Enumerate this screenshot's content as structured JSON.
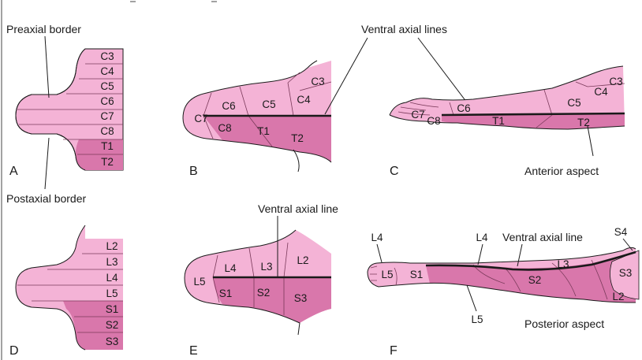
{
  "colors": {
    "light": "#f4b3d6",
    "dark": "#d977ab",
    "stroke": "#1a1a1a"
  },
  "labels": {
    "preaxial_border": "Preaxial border",
    "postaxial_border": "Postaxial border",
    "ventral_axial_lines": "Ventral axial lines",
    "ventral_axial_line_e": "Ventral axial line",
    "ventral_axial_line_f": "Ventral axial line",
    "anterior_aspect": "Anterior aspect",
    "posterior_aspect": "Posterior aspect"
  },
  "panels": [
    "A",
    "B",
    "C",
    "D",
    "E",
    "F"
  ],
  "panel_a": [
    "C3",
    "C4",
    "C5",
    "C6",
    "C7",
    "C8",
    "T1",
    "T2"
  ],
  "panel_b": [
    "C3",
    "C4",
    "C5",
    "C6",
    "C7",
    "C8",
    "T1",
    "T2"
  ],
  "panel_c": [
    "C3",
    "C4",
    "C5",
    "C6",
    "C7",
    "C8",
    "T1",
    "T2"
  ],
  "panel_d": [
    "L2",
    "L3",
    "L4",
    "L5",
    "S1",
    "S2",
    "S3"
  ],
  "panel_e": [
    "L2",
    "L3",
    "L4",
    "L5",
    "S1",
    "S2",
    "S3"
  ],
  "panel_f": [
    "L4",
    "L5",
    "S1",
    "L4",
    "L3",
    "S2",
    "S4",
    "S3",
    "L2",
    "L5"
  ]
}
